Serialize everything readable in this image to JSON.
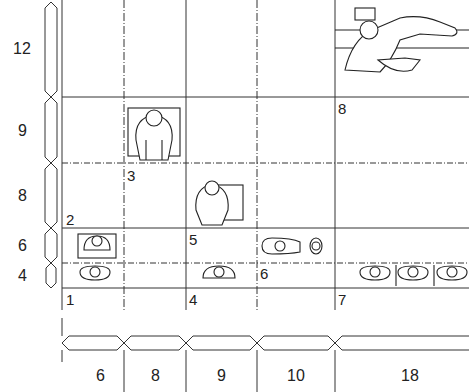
{
  "diagram": {
    "labels": [
      "12",
      "8",
      "9",
      "3",
      "8",
      "2",
      "6",
      "5",
      "4",
      "6",
      "1",
      "4",
      "7",
      "6",
      "8",
      "9",
      "10",
      "18"
    ]
  }
}
